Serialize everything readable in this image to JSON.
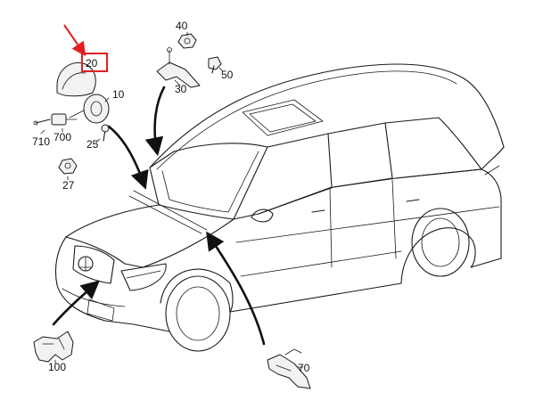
{
  "diagram": {
    "highlight_color": "#e02020",
    "callouts": [
      {
        "id": "20",
        "text": "20"
      },
      {
        "id": "40",
        "text": "40"
      },
      {
        "id": "50",
        "text": "50"
      },
      {
        "id": "30",
        "text": "30"
      },
      {
        "id": "10",
        "text": "10"
      },
      {
        "id": "710",
        "text": "710"
      },
      {
        "id": "700",
        "text": "700"
      },
      {
        "id": "25",
        "text": "25"
      },
      {
        "id": "27",
        "text": "27"
      },
      {
        "id": "100",
        "text": "100"
      },
      {
        "id": "70",
        "text": "70"
      }
    ]
  }
}
